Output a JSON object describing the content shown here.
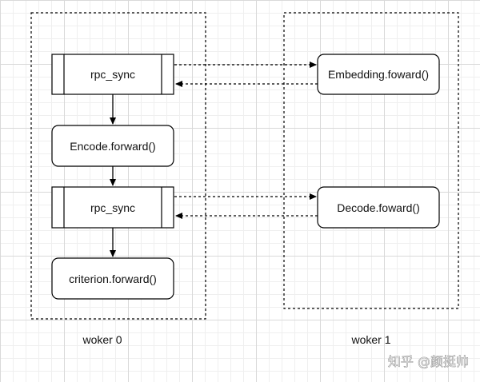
{
  "diagram": {
    "lanes": [
      {
        "id": "worker0",
        "label": "woker 0"
      },
      {
        "id": "worker1",
        "label": "woker 1"
      }
    ],
    "nodes": [
      {
        "id": "rpc1",
        "label": "rpc_sync",
        "shape": "subprocess",
        "lane": "worker0"
      },
      {
        "id": "encode",
        "label": "Encode.forward()",
        "shape": "rounded",
        "lane": "worker0"
      },
      {
        "id": "rpc2",
        "label": "rpc_sync",
        "shape": "subprocess",
        "lane": "worker0"
      },
      {
        "id": "criterion",
        "label": "criterion.forward()",
        "shape": "rounded",
        "lane": "worker0"
      },
      {
        "id": "embedding",
        "label": "Embedding.foward()",
        "shape": "rounded",
        "lane": "worker1"
      },
      {
        "id": "decode",
        "label": "Decode.foward()",
        "shape": "rounded",
        "lane": "worker1"
      }
    ],
    "edges": [
      {
        "from": "rpc1",
        "to": "encode",
        "style": "solid"
      },
      {
        "from": "encode",
        "to": "rpc2",
        "style": "solid"
      },
      {
        "from": "rpc2",
        "to": "criterion",
        "style": "solid"
      },
      {
        "from": "rpc1",
        "to": "embedding",
        "style": "dashed"
      },
      {
        "from": "embedding",
        "to": "rpc1",
        "style": "dashed"
      },
      {
        "from": "rpc2",
        "to": "decode",
        "style": "dashed"
      },
      {
        "from": "decode",
        "to": "rpc2",
        "style": "dashed"
      }
    ]
  },
  "watermark": "知乎 @颜挺帅",
  "colors": {
    "stroke": "#000000",
    "text": "#111111",
    "grid_major": "#d9d9d9",
    "grid_minor": "#efefef",
    "background": "#ffffff"
  }
}
